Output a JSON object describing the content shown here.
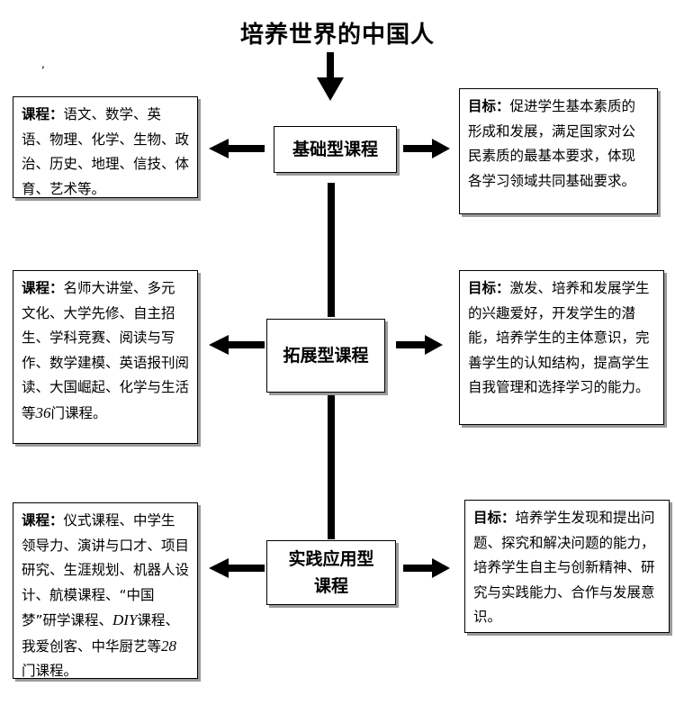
{
  "title": "培养世界的中国人",
  "stray_mark": ",",
  "rows": [
    {
      "center": "基础型课程",
      "left": {
        "label": "课程：",
        "text": "语文、数学、英语、物理、化学、生物、政治、历史、地理、信技、体育、艺术等。"
      },
      "right": {
        "label": "目标：",
        "text": "促进学生基本素质的形成和发展，满足国家对公民素质的最基本要求，体现各学习领域共同基础要求。"
      }
    },
    {
      "center": "拓展型课程",
      "left": {
        "label": "课程：",
        "text_pre": "名师大讲堂、多元文化、大学先修、自主招生、学科竞赛、阅读与写作、数学建模、英语报刊阅读、大国崛起、化学与生活等",
        "num": "36",
        "text_post": "门课程。"
      },
      "right": {
        "label": "目标：",
        "text": "激发、培养和发展学生的兴趣爱好，开发学生的潜能，培养学生的主体意识，完善学生的认知结构，提高学生自我管理和选择学习的能力。"
      }
    },
    {
      "center": "实践应用型课程",
      "left": {
        "label": "课程：",
        "text_a": "仪式课程、中学生领导力、演讲与口才、项目研究、生涯规划、机器人设计、航模课程、“中国梦”研学课程、",
        "diy": "DIY",
        "text_b": "课程、我爱创客、中华厨艺等",
        "num": "28",
        "text_c": "门课程。"
      },
      "right": {
        "label": "目标：",
        "text": "培养学生发现和提出问题、探究和解决问题的能力，培养学生自主与创新精神、研究与实践能力、合作与发展意识。"
      }
    }
  ]
}
